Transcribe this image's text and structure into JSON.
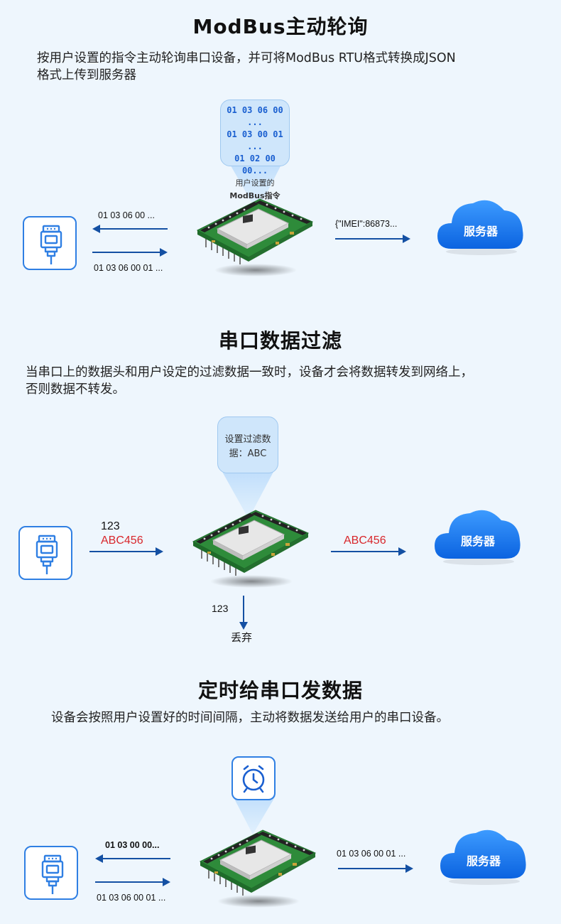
{
  "section1": {
    "title": "ModBus主动轮询",
    "desc_line1": "按用户设置的指令主动轮询串口设备，并可将ModBus RTU格式转换成JSON",
    "desc_line2": "格式上传到服务器",
    "bubble_lines": [
      "01 03 06 00 ...",
      "01 03 00 01 ...",
      "01 02 00 00..."
    ],
    "bubble_caption1": "用户设置的",
    "bubble_caption2": "ModBus指令",
    "arrow_left_label": "01 03 06 00 ...",
    "arrow_right_label": "01 03 06 00 01 ...",
    "server_arrow_label": "{\"IMEI\":86873...",
    "server_label": "服务器"
  },
  "section2": {
    "title": "串口数据过滤",
    "desc_line1": "当串口上的数据头和用户设定的过滤数据一致时，设备才会将数据转发到网络上，",
    "desc_line2": "否则数据不转发。",
    "bubble_line1": "设置过滤数",
    "bubble_line2": "据：ABC",
    "input_label_1": "123",
    "input_label_2": "ABC456",
    "output_label": "ABC456",
    "discard_value": "123",
    "discard_label": "丢弃",
    "server_label": "服务器"
  },
  "section3": {
    "title": "定时给串口发数据",
    "desc": "设备会按照用户设置好的时间间隔，主动将数据发送给用户的串口设备。",
    "arrow_left_label": "01 03 00 00...",
    "arrow_right_label": "01 03 06 00 01 ...",
    "server_arrow_label": "01 03 06 00 01 ...",
    "server_label": "服务器"
  },
  "colors": {
    "background": "#eef6fd",
    "accent_blue": "#2f7fe3",
    "arrow_blue": "#1450a3",
    "highlight_red": "#d8262b",
    "pcb_green": "#2e8b3a"
  },
  "icons": [
    "serial-port-icon",
    "cloud-icon",
    "alarm-clock-icon",
    "module-board-image"
  ]
}
